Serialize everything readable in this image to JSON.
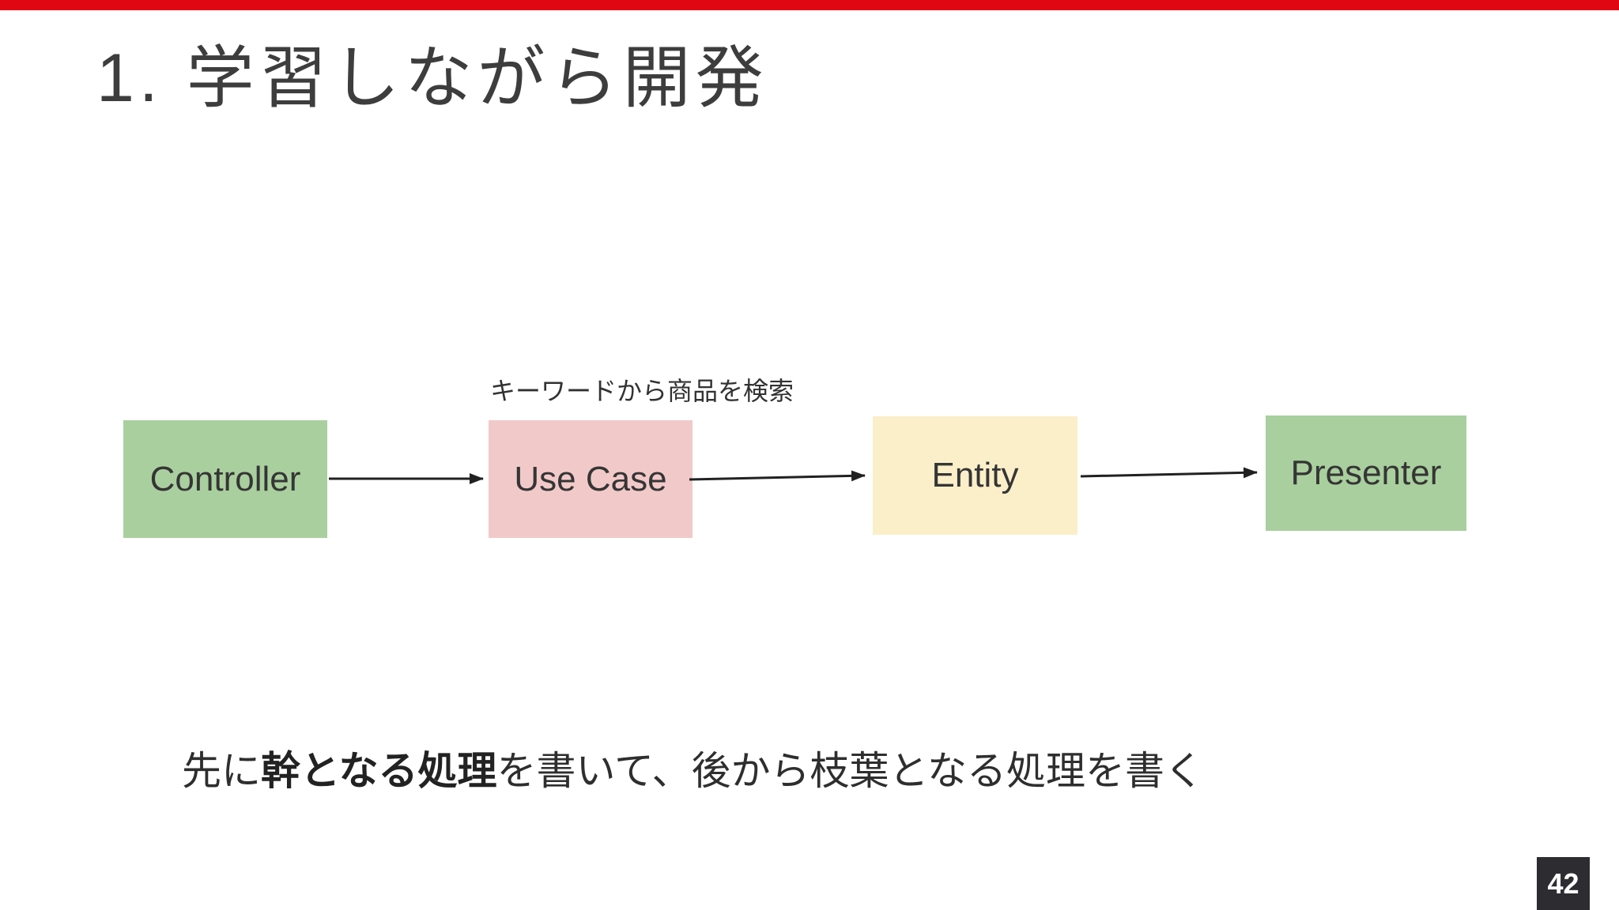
{
  "slide": {
    "title": "1. 学習しながら開発",
    "page_number": "42"
  },
  "annotation": "キーワードから商品を検索",
  "bottom_text": {
    "prefix": "先に",
    "bold": "幹となる処理",
    "suffix": "を書いて、後から枝葉となる処理を書く"
  },
  "diagram": {
    "nodes": [
      {
        "id": "controller",
        "label": "Controller",
        "fill": "#a9cf9e"
      },
      {
        "id": "usecase",
        "label": "Use Case",
        "fill": "#f2c9c9"
      },
      {
        "id": "entity",
        "label": "Entity",
        "fill": "#fbefc9"
      },
      {
        "id": "presenter",
        "label": "Presenter",
        "fill": "#a9cf9e"
      }
    ],
    "arrows": [
      {
        "from": "controller",
        "to": "usecase"
      },
      {
        "from": "usecase",
        "to": "entity"
      },
      {
        "from": "entity",
        "to": "presenter"
      }
    ]
  },
  "colors": {
    "top_bar": "#e00713",
    "page_badge_bg": "#2d2d31",
    "page_badge_text": "#ffffff",
    "arrow": "#212121",
    "title_text": "#3d3d3d"
  }
}
